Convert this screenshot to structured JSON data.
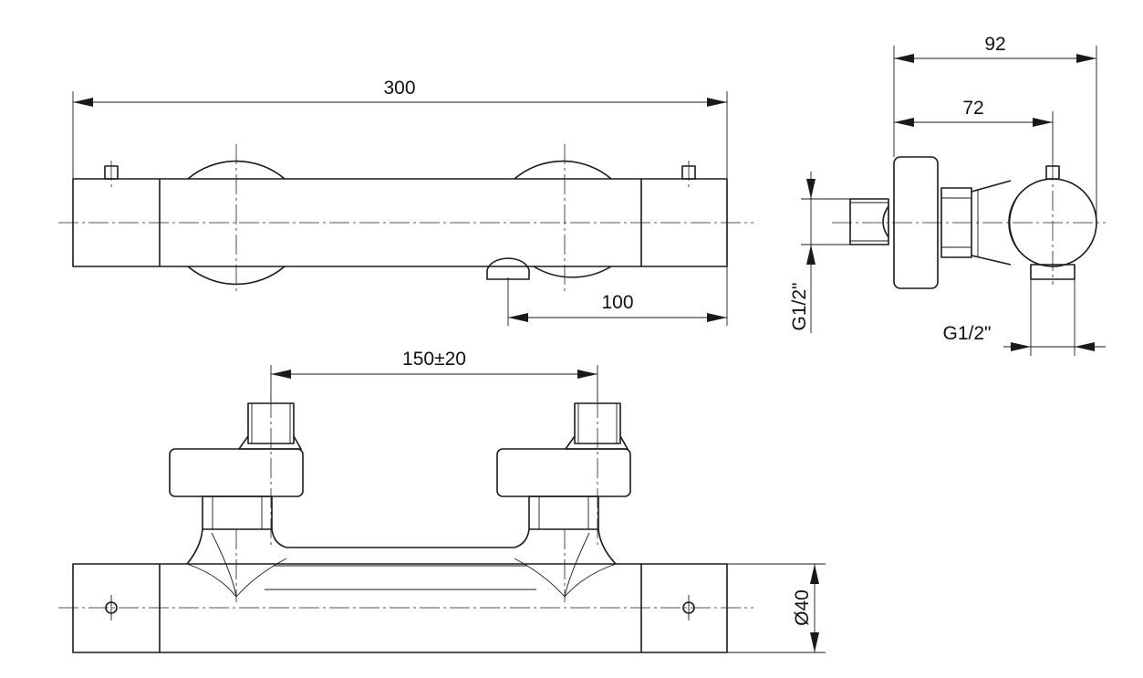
{
  "dimensions": {
    "overall_length": "300",
    "outlet_offset": "100",
    "depth_total": "92",
    "depth_axis": "72",
    "inlet_thread_vertical": "G1/2\"",
    "outlet_thread": "G1/2\"",
    "inlet_spacing": "150±20",
    "body_diameter": "Ø40"
  },
  "colors": {
    "line": "#1a1a1a",
    "background": "#ffffff"
  }
}
